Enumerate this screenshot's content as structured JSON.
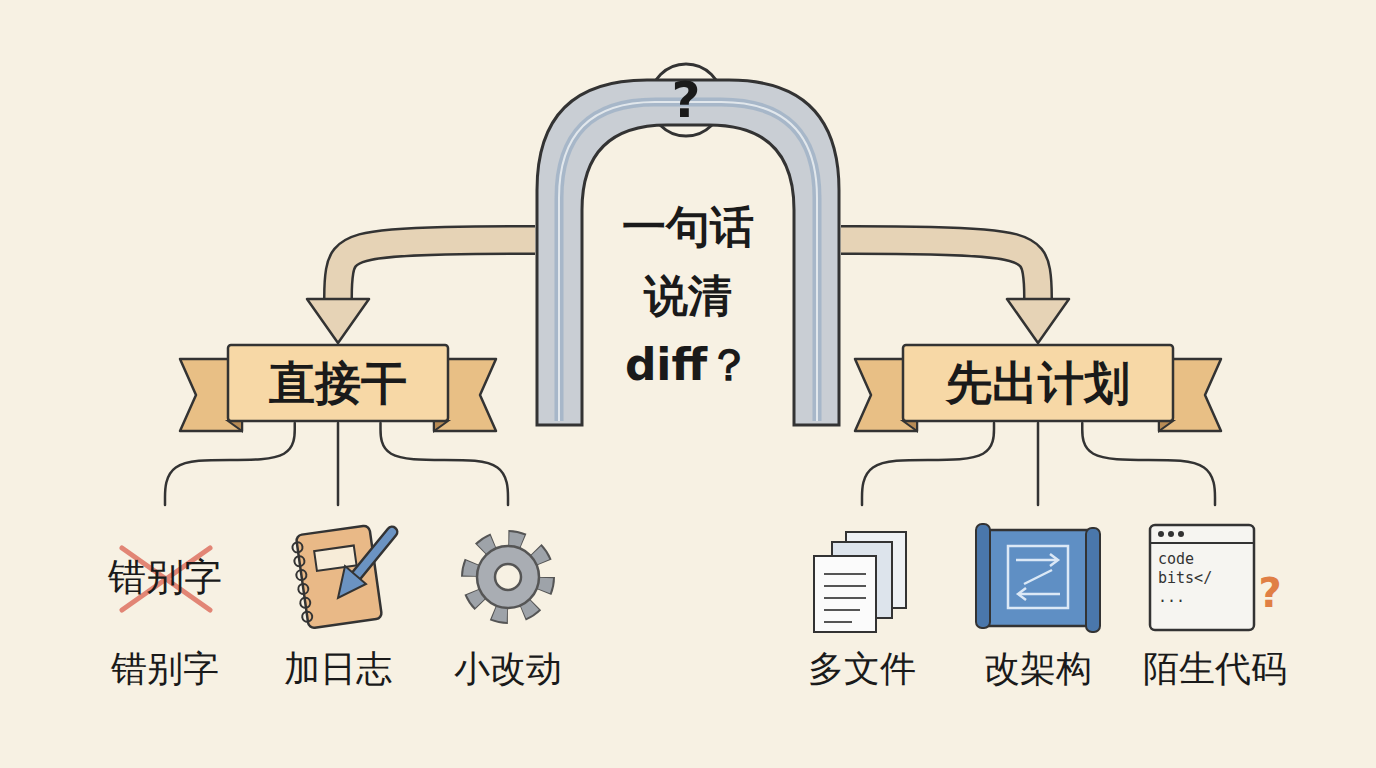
{
  "diagram": {
    "nodes": [
      {
        "text": [
          "?"
        ]
      },
      {
        "text": [
          "一句话 说清 diff？"
        ]
      },
      {
        "text": [
          "直接干"
        ]
      },
      {
        "text": [
          "先出计划"
        ]
      },
      {
        "text": [
          "错别字",
          "错别字"
        ]
      },
      {
        "text": [
          "加日志"
        ]
      },
      {
        "text": [
          "小改动"
        ]
      },
      {
        "text": [
          "多文件"
        ]
      },
      {
        "text": [
          "改架构"
        ]
      },
      {
        "text": [
          "code bits</ ...",
          "?",
          "陌生代码"
        ]
      }
    ],
    "edges": [
      {
        "from": 1,
        "to": 2,
        "arrow": "to"
      },
      {
        "from": 1,
        "to": 3,
        "arrow": "to"
      },
      {
        "from": 2,
        "to": 4,
        "arrow": "none"
      },
      {
        "from": 2,
        "to": 5,
        "arrow": "none"
      },
      {
        "from": 2,
        "to": 6,
        "arrow": "none"
      },
      {
        "from": 3,
        "to": 7,
        "arrow": "none"
      },
      {
        "from": 3,
        "to": 8,
        "arrow": "none"
      },
      {
        "from": 3,
        "to": 9,
        "arrow": "none"
      }
    ]
  }
}
